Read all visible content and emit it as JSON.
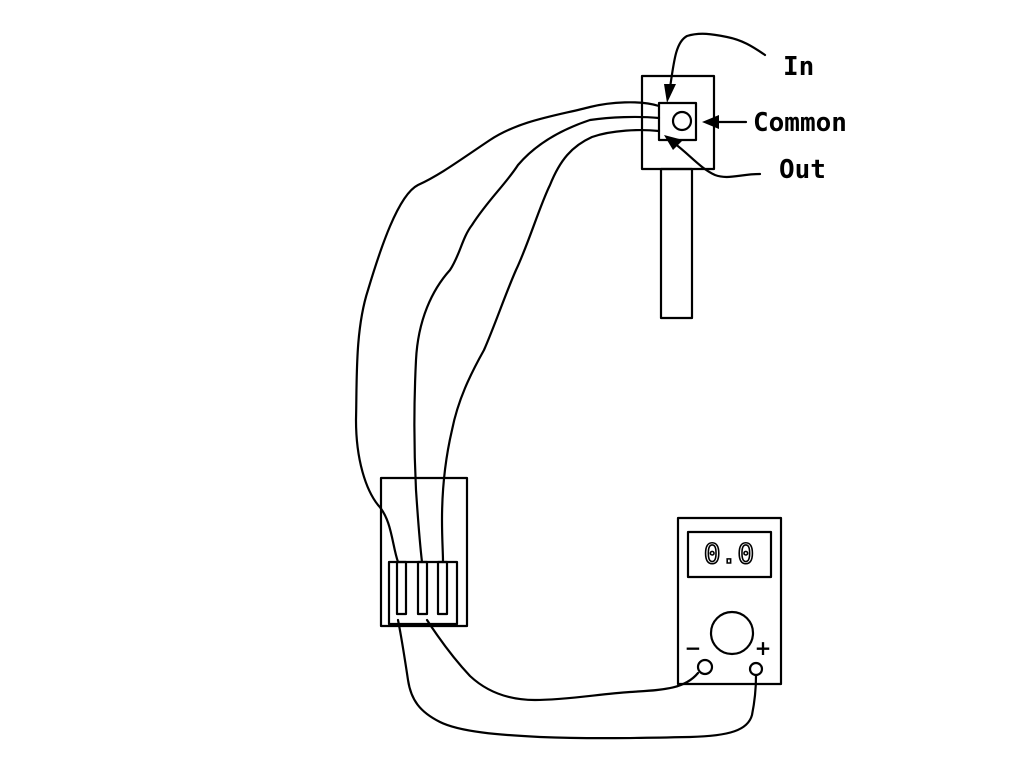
{
  "labels": {
    "in": "In",
    "common": "Common",
    "out": "Out"
  },
  "meter": {
    "display": "0.0",
    "negative_terminal": "−",
    "positive_terminal": "+"
  },
  "colors": {
    "ink": "#000000",
    "paper": "#ffffff"
  }
}
